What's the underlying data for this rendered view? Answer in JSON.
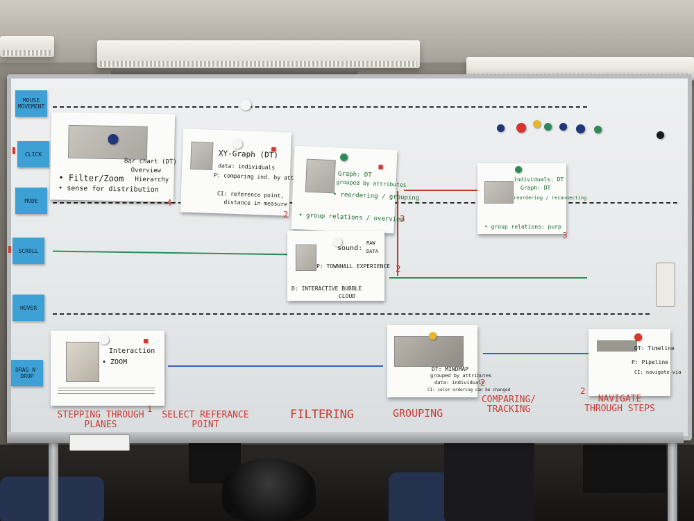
{
  "rows": [
    {
      "label": "MOUSE MOVEMENT"
    },
    {
      "label": "CLICK"
    },
    {
      "label": "MODE"
    },
    {
      "label": "SCROLL"
    },
    {
      "label": "HOVER"
    },
    {
      "label": "DRAG N' DROP"
    }
  ],
  "columns": [
    {
      "label": "STEPPING THROUGH PLANES"
    },
    {
      "label": "SELECT REFERANCE POINT"
    },
    {
      "label": "FILTERING"
    },
    {
      "label": "GROUPING"
    },
    {
      "label": "COMPARING/ TRACKING"
    },
    {
      "label": "NAVIGATE THROUGH STEPS"
    }
  ],
  "cards": [
    {
      "notes": [
        "Bar chart (DT)",
        "Overview",
        "Hierarchy",
        "• Filter/Zoom",
        "• sense for distribution"
      ],
      "number": "4"
    },
    {
      "notes": [
        "XY-Graph (DT)",
        "data: individuals",
        "P: comparing ind. by attr.",
        "CI: reference point,",
        "distance in measure"
      ],
      "number": "2"
    },
    {
      "notes": [
        "Graph: DT",
        "grouped by attributes",
        "• reordering / grouping",
        "• group relations / overview"
      ],
      "number": "3"
    },
    {
      "notes": [
        "individuals: DT",
        "Graph: DT",
        "reordering / reconnecting",
        "• group relations: purp"
      ],
      "number": "3"
    },
    {
      "notes": [
        "sound:",
        "P: TOWNHALL EXPERIENCE",
        "D: INTERACTIVE  BUBBLE",
        "CLOUD",
        "RAW DATA"
      ],
      "number": "2"
    },
    {
      "notes": [
        "Interaction",
        "• ZOOM"
      ],
      "number": "1"
    },
    {
      "notes": [
        "DT: MINDMAP",
        "grouped by attributes",
        "data: individuals",
        "CI: color ordering can be changed"
      ],
      "number": "2"
    },
    {
      "notes": [
        "DT: Timeline",
        "P: Pipeline",
        "CI: navigate via"
      ],
      "number": "2"
    }
  ],
  "colors": {
    "board": "#e9ecee",
    "sticky": "#3ea1d6",
    "marker_red": "#c93a35",
    "marker_green": "#2e8b57",
    "marker_blue": "#3a5fc2",
    "marker_black": "#2a2a2a"
  }
}
